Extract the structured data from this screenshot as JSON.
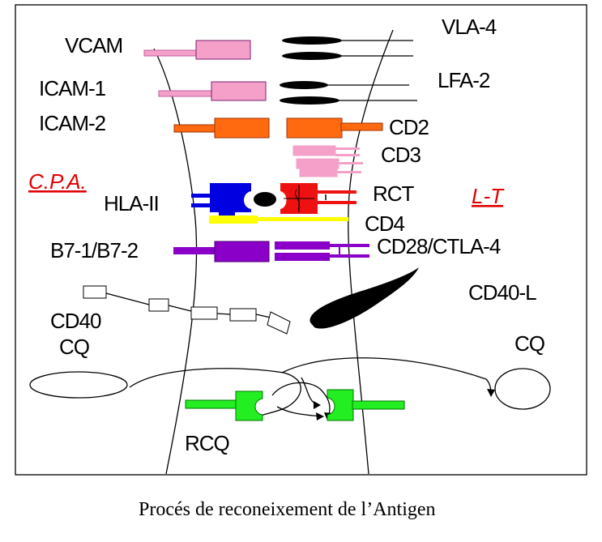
{
  "labels": {
    "vcam": "VCAM",
    "icam1": "ICAM-1",
    "icam2": "ICAM-2",
    "cpa": "C.P.A.",
    "hla": "HLA-II",
    "b7": "B7-1/B7-2",
    "cd40": "CD40",
    "cq_left": "CQ",
    "vla4": "VLA-4",
    "lfa2": "LFA-2",
    "cd2": "CD2",
    "cd3": "CD3",
    "rct": "RCT",
    "lt": "L-T",
    "cd4": "CD4",
    "cd28": "CD28/CTLA-4",
    "cd40l": "CD40-L",
    "cq_right": "CQ",
    "rcq": "RCQ"
  },
  "caption": "Procés de reconeixement de l’Antigen",
  "colors": {
    "pink": "#f4a0c8",
    "orange": "#ff6a10",
    "blue": "#0000e0",
    "red": "#ee1111",
    "yellow": "#ffff00",
    "purple": "#8a00c8",
    "green": "#22ee22",
    "label_red": "#e00000"
  }
}
